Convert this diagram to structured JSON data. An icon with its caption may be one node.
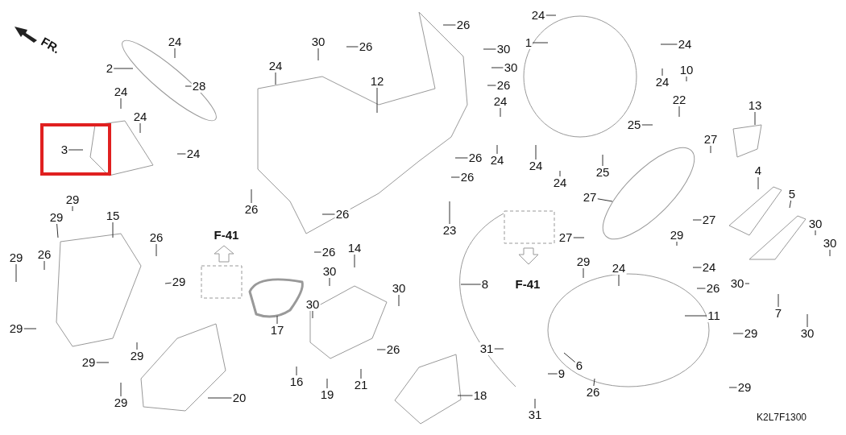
{
  "diagram": {
    "nodes": [
      {
        "text": [
          "24"
        ]
      },
      {
        "text": [
          "2"
        ]
      },
      {
        "text": [
          "28"
        ]
      },
      {
        "text": [
          "24"
        ]
      },
      {
        "text": [
          "24"
        ]
      },
      {
        "text": [
          "3"
        ]
      },
      {
        "text": [
          "24"
        ]
      },
      {
        "text": [
          "29"
        ]
      },
      {
        "text": [
          "29"
        ]
      },
      {
        "text": [
          "15"
        ]
      },
      {
        "text": [
          "29"
        ]
      },
      {
        "text": [
          "26"
        ]
      },
      {
        "text": [
          "26"
        ]
      },
      {
        "text": [
          "29"
        ]
      },
      {
        "text": [
          "29"
        ]
      },
      {
        "text": [
          "29"
        ]
      },
      {
        "text": [
          "29"
        ]
      },
      {
        "text": [
          "29"
        ]
      },
      {
        "text": [
          "20"
        ]
      },
      {
        "text": [
          "30"
        ]
      },
      {
        "text": [
          "26"
        ]
      },
      {
        "text": [
          "24"
        ]
      },
      {
        "text": [
          "12"
        ]
      },
      {
        "text": [
          "26"
        ]
      },
      {
        "text": [
          "30"
        ]
      },
      {
        "text": [
          "30"
        ]
      },
      {
        "text": [
          "26"
        ]
      },
      {
        "text": [
          "24"
        ]
      },
      {
        "text": [
          "24"
        ]
      },
      {
        "text": [
          "26"
        ]
      },
      {
        "text": [
          "26"
        ]
      },
      {
        "text": [
          "26"
        ]
      },
      {
        "text": [
          "26"
        ]
      },
      {
        "text": [
          "23"
        ]
      },
      {
        "text": [
          "26"
        ]
      },
      {
        "text": [
          "14"
        ]
      },
      {
        "text": [
          "30"
        ]
      },
      {
        "text": [
          "30"
        ]
      },
      {
        "text": [
          "30"
        ]
      },
      {
        "text": [
          "17"
        ]
      },
      {
        "text": [
          "16"
        ]
      },
      {
        "text": [
          "26"
        ]
      },
      {
        "text": [
          "19"
        ]
      },
      {
        "text": [
          "21"
        ]
      },
      {
        "text": [
          "18"
        ]
      },
      {
        "text": [
          "8"
        ]
      },
      {
        "text": [
          "24"
        ]
      },
      {
        "text": [
          "1"
        ]
      },
      {
        "text": [
          "24"
        ]
      },
      {
        "text": [
          "24"
        ]
      },
      {
        "text": [
          "10"
        ]
      },
      {
        "text": [
          "22"
        ]
      },
      {
        "text": [
          "13"
        ]
      },
      {
        "text": [
          "25"
        ]
      },
      {
        "text": [
          "27"
        ]
      },
      {
        "text": [
          "24"
        ]
      },
      {
        "text": [
          "24"
        ]
      },
      {
        "text": [
          "25"
        ]
      },
      {
        "text": [
          "4"
        ]
      },
      {
        "text": [
          "27"
        ]
      },
      {
        "text": [
          "5"
        ]
      },
      {
        "text": [
          "27"
        ]
      },
      {
        "text": [
          "30"
        ]
      },
      {
        "text": [
          "29"
        ]
      },
      {
        "text": [
          "27"
        ]
      },
      {
        "text": [
          "30"
        ]
      },
      {
        "text": [
          "24"
        ]
      },
      {
        "text": [
          "24"
        ]
      },
      {
        "text": [
          "29"
        ]
      },
      {
        "text": [
          "26"
        ]
      },
      {
        "text": [
          "30"
        ]
      },
      {
        "text": [
          "7"
        ]
      },
      {
        "text": [
          "11"
        ]
      },
      {
        "text": [
          "30"
        ]
      },
      {
        "text": [
          "29"
        ]
      },
      {
        "text": [
          "31"
        ]
      },
      {
        "text": [
          "9"
        ]
      },
      {
        "text": [
          "6"
        ]
      },
      {
        "text": [
          "26"
        ]
      },
      {
        "text": [
          "29"
        ]
      },
      {
        "text": [
          "31"
        ]
      }
    ],
    "edges": [
      {
        "from": 0,
        "to": null,
        "arrow": "none"
      },
      {
        "from": 1,
        "to": null,
        "arrow": "none"
      },
      {
        "from": 2,
        "to": null,
        "arrow": "none"
      },
      {
        "from": 3,
        "to": null,
        "arrow": "none"
      },
      {
        "from": 4,
        "to": null,
        "arrow": "none"
      },
      {
        "from": 5,
        "to": null,
        "arrow": "none"
      },
      {
        "from": 6,
        "to": null,
        "arrow": "none"
      },
      {
        "from": 7,
        "to": null,
        "arrow": "none"
      },
      {
        "from": 8,
        "to": null,
        "arrow": "none"
      },
      {
        "from": 9,
        "to": null,
        "arrow": "none"
      },
      {
        "from": 10,
        "to": null,
        "arrow": "none"
      },
      {
        "from": 11,
        "to": null,
        "arrow": "none"
      },
      {
        "from": 12,
        "to": null,
        "arrow": "none"
      },
      {
        "from": 13,
        "to": null,
        "arrow": "none"
      },
      {
        "from": 14,
        "to": null,
        "arrow": "none"
      },
      {
        "from": 15,
        "to": null,
        "arrow": "none"
      },
      {
        "from": 16,
        "to": null,
        "arrow": "none"
      },
      {
        "from": 17,
        "to": null,
        "arrow": "none"
      },
      {
        "from": 18,
        "to": null,
        "arrow": "none"
      },
      {
        "from": 19,
        "to": null,
        "arrow": "none"
      },
      {
        "from": 20,
        "to": null,
        "arrow": "none"
      },
      {
        "from": 21,
        "to": null,
        "arrow": "none"
      },
      {
        "from": 22,
        "to": null,
        "arrow": "none"
      },
      {
        "from": 23,
        "to": null,
        "arrow": "none"
      },
      {
        "from": 24,
        "to": null,
        "arrow": "none"
      },
      {
        "from": 25,
        "to": null,
        "arrow": "none"
      },
      {
        "from": 26,
        "to": null,
        "arrow": "none"
      },
      {
        "from": 27,
        "to": null,
        "arrow": "none"
      },
      {
        "from": 28,
        "to": null,
        "arrow": "none"
      },
      {
        "from": 29,
        "to": null,
        "arrow": "none"
      },
      {
        "from": 30,
        "to": null,
        "arrow": "none"
      },
      {
        "from": 31,
        "to": null,
        "arrow": "none"
      },
      {
        "from": 32,
        "to": null,
        "arrow": "none"
      },
      {
        "from": 33,
        "to": null,
        "arrow": "none"
      },
      {
        "from": 34,
        "to": null,
        "arrow": "none"
      },
      {
        "from": 35,
        "to": null,
        "arrow": "none"
      },
      {
        "from": 36,
        "to": null,
        "arrow": "none"
      },
      {
        "from": 37,
        "to": null,
        "arrow": "none"
      },
      {
        "from": 38,
        "to": null,
        "arrow": "none"
      },
      {
        "from": 39,
        "to": null,
        "arrow": "none"
      },
      {
        "from": 40,
        "to": null,
        "arrow": "none"
      },
      {
        "from": 41,
        "to": null,
        "arrow": "none"
      },
      {
        "from": 42,
        "to": null,
        "arrow": "none"
      },
      {
        "from": 43,
        "to": null,
        "arrow": "none"
      },
      {
        "from": 44,
        "to": null,
        "arrow": "none"
      },
      {
        "from": 45,
        "to": null,
        "arrow": "none"
      },
      {
        "from": 46,
        "to": null,
        "arrow": "none"
      },
      {
        "from": 47,
        "to": null,
        "arrow": "none"
      },
      {
        "from": 48,
        "to": null,
        "arrow": "none"
      },
      {
        "from": 49,
        "to": null,
        "arrow": "none"
      },
      {
        "from": 50,
        "to": null,
        "arrow": "none"
      },
      {
        "from": 51,
        "to": null,
        "arrow": "none"
      },
      {
        "from": 52,
        "to": null,
        "arrow": "none"
      },
      {
        "from": 53,
        "to": null,
        "arrow": "none"
      },
      {
        "from": 54,
        "to": null,
        "arrow": "none"
      },
      {
        "from": 55,
        "to": null,
        "arrow": "none"
      },
      {
        "from": 56,
        "to": null,
        "arrow": "none"
      },
      {
        "from": 57,
        "to": null,
        "arrow": "none"
      },
      {
        "from": 58,
        "to": null,
        "arrow": "none"
      },
      {
        "from": 59,
        "to": null,
        "arrow": "none"
      },
      {
        "from": 60,
        "to": null,
        "arrow": "none"
      },
      {
        "from": 61,
        "to": null,
        "arrow": "none"
      },
      {
        "from": 62,
        "to": null,
        "arrow": "none"
      },
      {
        "from": 63,
        "to": null,
        "arrow": "none"
      },
      {
        "from": 64,
        "to": null,
        "arrow": "none"
      },
      {
        "from": 65,
        "to": null,
        "arrow": "none"
      },
      {
        "from": 66,
        "to": null,
        "arrow": "none"
      },
      {
        "from": 67,
        "to": null,
        "arrow": "none"
      },
      {
        "from": 68,
        "to": null,
        "arrow": "none"
      },
      {
        "from": 69,
        "to": null,
        "arrow": "none"
      },
      {
        "from": 70,
        "to": null,
        "arrow": "none"
      },
      {
        "from": 71,
        "to": null,
        "arrow": "none"
      },
      {
        "from": 72,
        "to": null,
        "arrow": "none"
      },
      {
        "from": 73,
        "to": null,
        "arrow": "none"
      },
      {
        "from": 74,
        "to": null,
        "arrow": "none"
      },
      {
        "from": 75,
        "to": null,
        "arrow": "none"
      },
      {
        "from": 76,
        "to": null,
        "arrow": "none"
      },
      {
        "from": 77,
        "to": null,
        "arrow": "none"
      },
      {
        "from": 78,
        "to": null,
        "arrow": "none"
      },
      {
        "from": 79,
        "to": null,
        "arrow": "none"
      },
      {
        "from": 80,
        "to": null,
        "arrow": "none"
      }
    ],
    "labels": [
      "FR.",
      "F-41",
      "F-41",
      "K2L7F1300"
    ]
  }
}
